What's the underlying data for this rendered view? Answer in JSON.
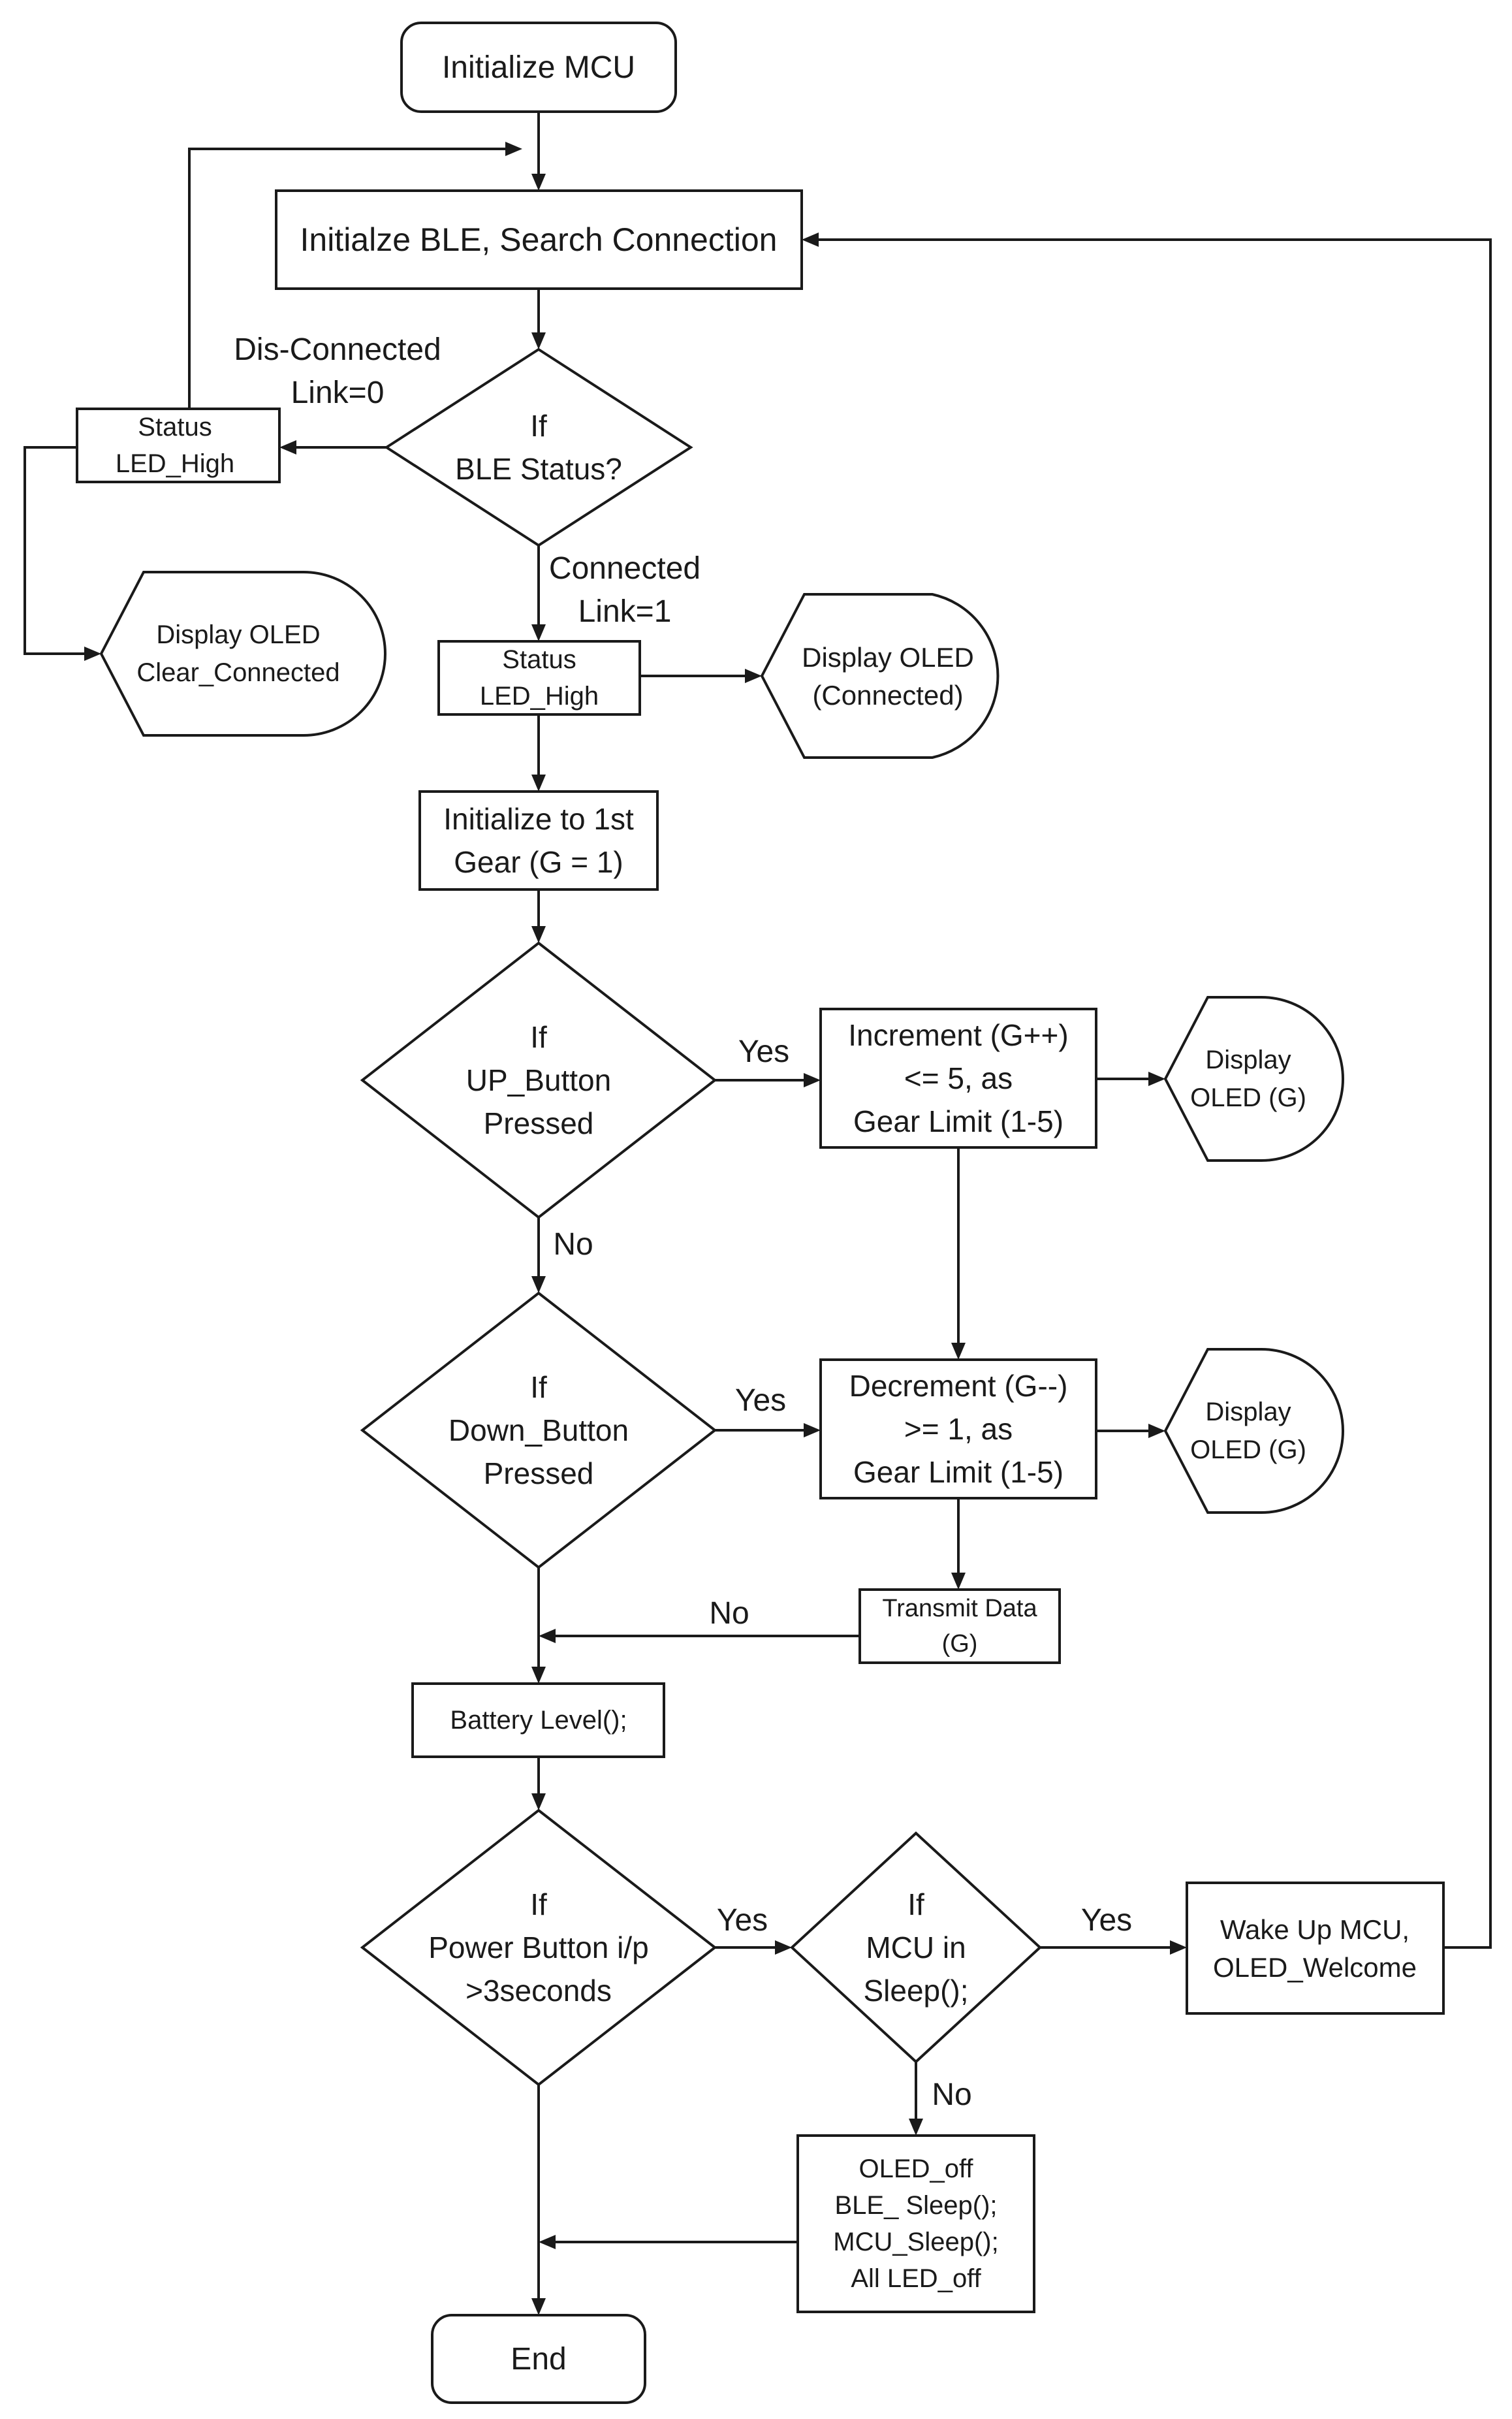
{
  "nodes": {
    "init_mcu": "Initialize MCU",
    "init_ble": "Initialze BLE, Search Connection",
    "ble_status": "If|BLE Status?",
    "status_led_disc": "Status|LED_High",
    "display_clear": "Display OLED|Clear_Connected",
    "status_led_conn": "Status|LED_High",
    "display_connected": "Display OLED|(Connected)",
    "init_gear": "Initialize to 1st|Gear (G = 1)",
    "up_button": "If|UP_Button|Pressed",
    "increment": "Increment (G++)|<= 5, as|Gear Limit (1-5)",
    "display_g1": "Display|OLED (G)",
    "down_button": "If|Down_Button|Pressed",
    "decrement": "Decrement (G--)|>= 1, as|Gear Limit (1-5)",
    "display_g2": "Display|OLED (G)",
    "transmit": "Transmit Data|(G)",
    "battery": "Battery Level();",
    "power_button": "If|Power Button i/p|>3seconds",
    "mcu_sleep": "If|MCU in|Sleep();",
    "wake_up": "Wake Up MCU,|OLED_Welcome",
    "sleep_actions": "OLED_off|BLE_ Sleep();|MCU_Sleep();|All LED_off",
    "end": "End"
  },
  "labels": {
    "disconnected": "Dis-Connected|Link=0",
    "connected": "Connected|Link=1",
    "yes_up": "Yes",
    "no_up": "No",
    "yes_down": "Yes",
    "no_transmit": "No",
    "yes_power": "Yes",
    "yes_sleep": "Yes",
    "no_sleep": "No"
  }
}
